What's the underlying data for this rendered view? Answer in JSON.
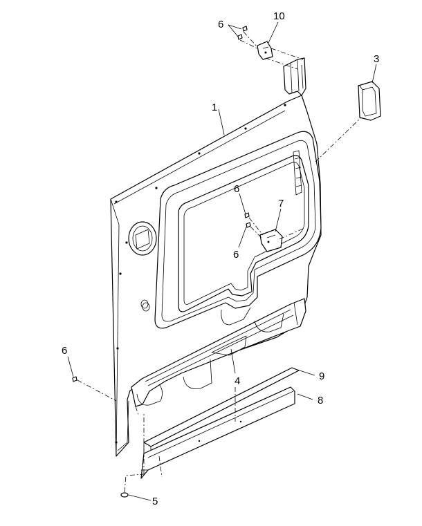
{
  "callouts": {
    "c1": "1",
    "c3": "3",
    "c4": "4",
    "c5": "5",
    "c6a": "6",
    "c6b": "6",
    "c6c": "6",
    "c6d": "6",
    "c7": "7",
    "c8": "8",
    "c9": "9",
    "c10": "10"
  }
}
